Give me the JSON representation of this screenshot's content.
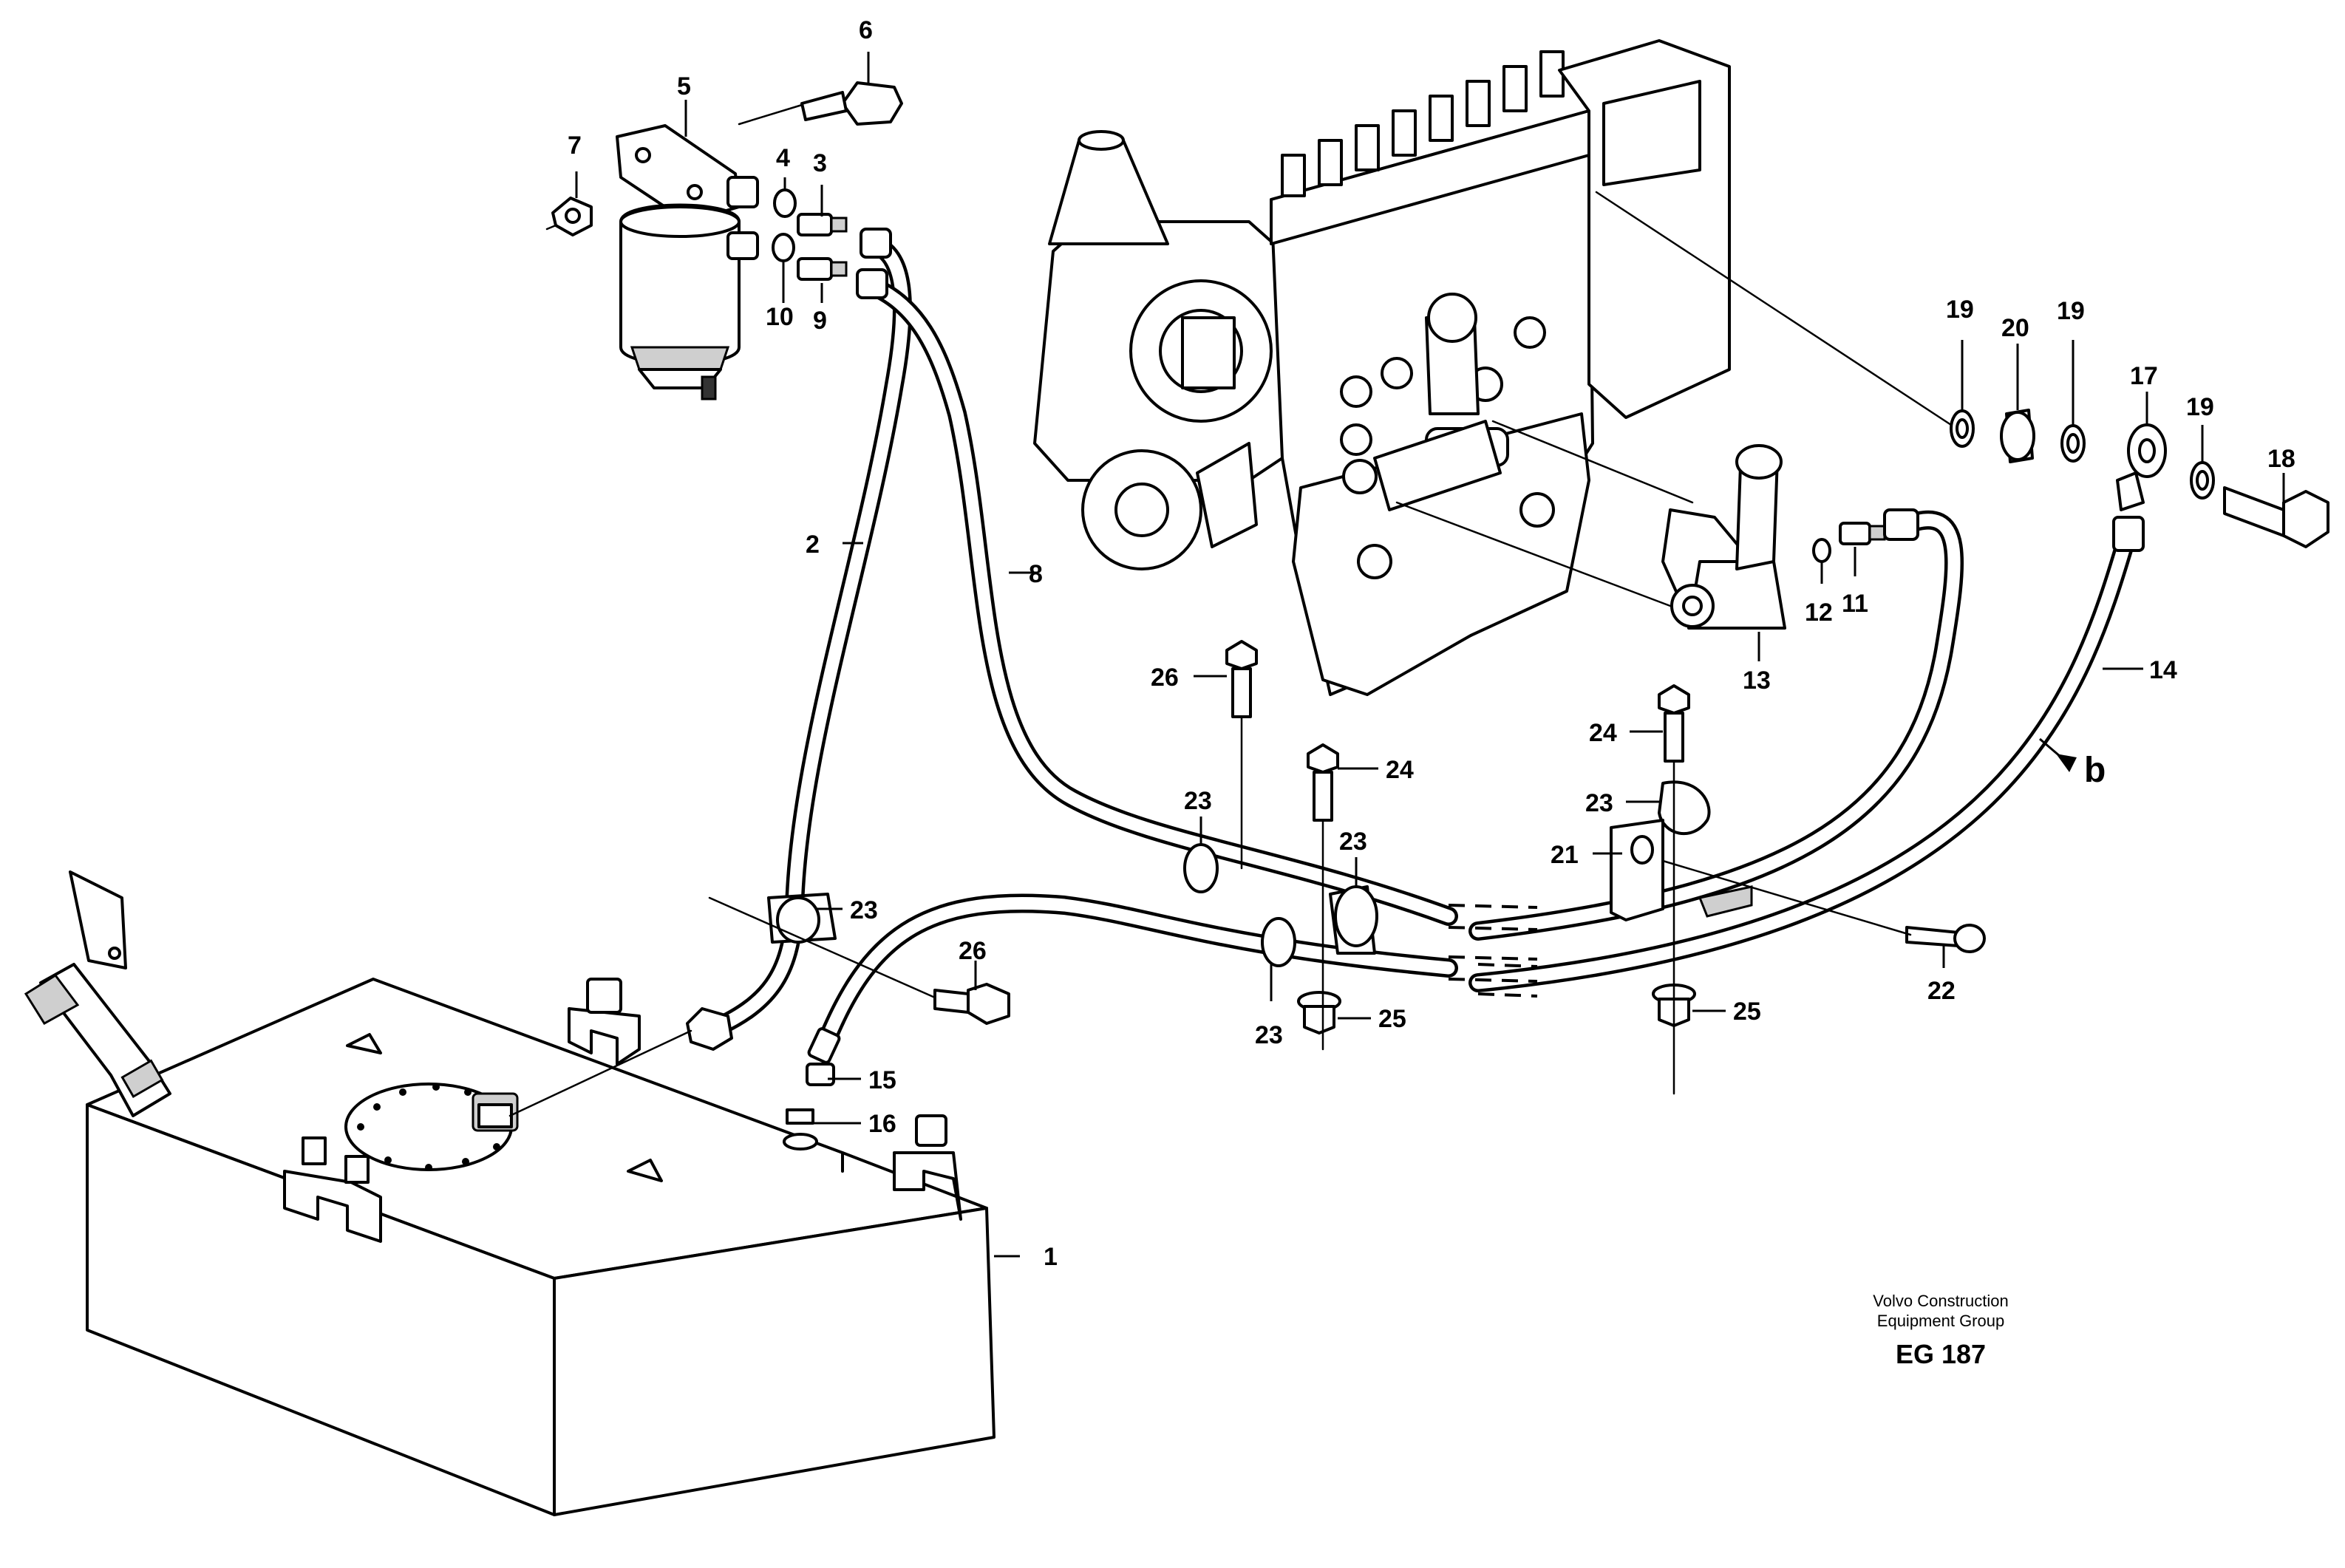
{
  "callouts": {
    "c1": "1",
    "c2": "2",
    "c3": "3",
    "c4": "4",
    "c5": "5",
    "c6": "6",
    "c7": "7",
    "c8": "8",
    "c9": "9",
    "c10": "10",
    "c11": "11",
    "c12": "12",
    "c13": "13",
    "c14": "14",
    "c15": "15",
    "c16": "16",
    "c17": "17",
    "c18": "18",
    "c19a": "19",
    "c19b": "19",
    "c19c": "19",
    "c20": "20",
    "c21": "21",
    "c22": "22",
    "c23a": "23",
    "c23b": "23",
    "c23c": "23",
    "c23d": "23",
    "c23e": "23",
    "c24a": "24",
    "c24b": "24",
    "c25a": "25",
    "c25b": "25",
    "c26a": "26",
    "c26b": "26",
    "cb": "b"
  },
  "footer": {
    "credit_line1": "Volvo Construction",
    "credit_line2": "Equipment Group",
    "code": "EG 187"
  }
}
